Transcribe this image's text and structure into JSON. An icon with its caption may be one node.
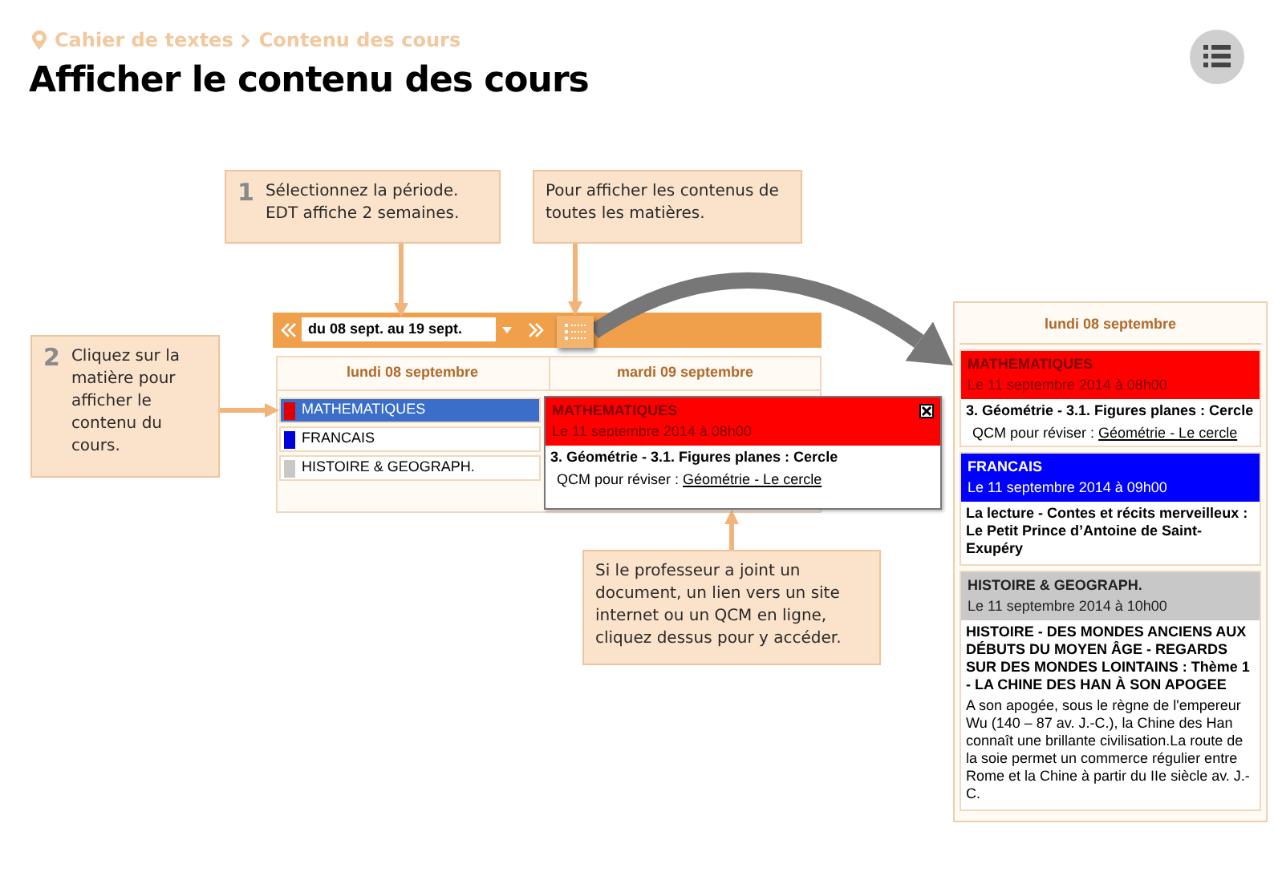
{
  "diagram": {
    "title": "Afficher le contenu des cours",
    "nodes": [
      {
        "text": [
          "1",
          "Sélectionnez la période. EDT affiche 2 semaines."
        ]
      },
      {
        "text": [
          "Pour afficher les contenus de toutes les matières."
        ]
      },
      {
        "text": [
          "2",
          "Cliquez sur la matière pour afficher le contenu du cours."
        ]
      },
      {
        "text": [
          "Si le professeur a joint un document, un lien vers un site internet ou un QCM en ligne, cliquez dessus pour y accéder."
        ]
      },
      {
        "text": [
          "du 08 sept. au 19 sept."
        ]
      },
      {
        "text": [],
        "shape": "box"
      },
      {
        "text": [
          "MATHEMATIQUES"
        ]
      },
      {
        "text": [
          "FRANCAIS"
        ]
      },
      {
        "text": [
          "HISTOIRE & GEOGRAPH."
        ]
      },
      {
        "text": [
          "MATHEMATIQUES",
          "Le 11 septembre 2014 à 08h00",
          "3. Géométrie - 3.1. Figures planes : Cercle",
          "QCM pour réviser :",
          "Géométrie - Le cercle"
        ]
      },
      {
        "text": [
          "lundi 08 septembre"
        ]
      },
      {
        "text": [
          "MATHEMATIQUES",
          "Le 11 septembre 2014 à 08h00",
          "3. Géométrie - 3.1. Figures planes : Cercle",
          "QCM pour réviser :",
          "Géométrie - Le cercle"
        ],
        "in": 10
      },
      {
        "text": [
          "FRANCAIS",
          "Le 11 septembre 2014 à 09h00",
          "La lecture - Contes et récits merveilleux : Le Petit Prince d’Antoine de Saint-Exupéry"
        ],
        "in": 10
      },
      {
        "text": [
          "HISTOIRE & GEOGRAPH.",
          "Le 11 septembre 2014 à 10h00",
          "HISTOIRE - DES MONDES ANCIENS AUX DÉBUTS DU MOYEN ÂGE - REGARDS SUR DES MONDES LOINTAINS : Thème 1 - LA CHINE DES HAN À SON APOGEE",
          "A son apogée, sous le règne de l'empereur Wu (140 – 87 av. J.-C.), la Chine des Han connaît une brillante civilisation.La route de la soie permet un commerce régulier entre Rome et la Chine à partir du IIe siècle av. J.-C."
        ],
        "in": 10
      }
    ],
    "edges": [
      {
        "from": 0,
        "to": 4,
        "arrow": "to"
      },
      {
        "from": 1,
        "to": 5,
        "arrow": "to"
      },
      {
        "from": 2,
        "to": 6,
        "arrow": "to"
      },
      {
        "from": 3,
        "to": 9,
        "arrow": "to"
      },
      {
        "from": 5,
        "to": 10,
        "arrow": "to",
        "style": "thick",
        "color": "#777777"
      }
    ],
    "labels": [
      "Cahier de textes",
      "Contenu des cours",
      "lundi 08 septembre",
      "mardi 09 septembre"
    ]
  }
}
